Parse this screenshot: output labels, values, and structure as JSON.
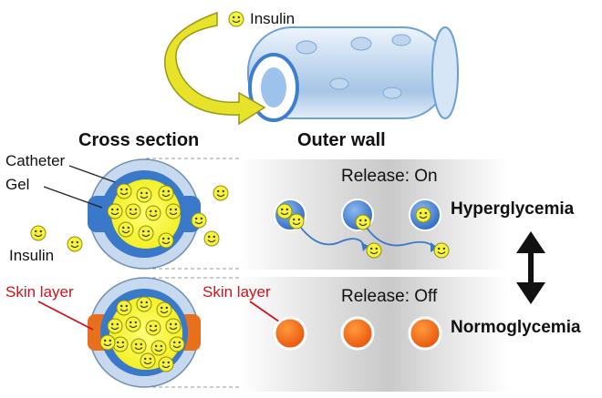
{
  "labels": {
    "insulin_top": "Insulin",
    "cross_section": "Cross section",
    "outer_wall": "Outer wall",
    "catheter": "Catheter",
    "gel": "Gel",
    "insulin_left": "Insulin",
    "skin_layer_left": "Skin layer",
    "skin_layer_right": "Skin layer",
    "release_on": "Release: On",
    "release_off": "Release: Off",
    "hyperglycemia": "Hyperglycemia",
    "normoglycemia": "Normoglycemia"
  },
  "colors": {
    "gel_blue": "#3a78c9",
    "catheter_ring": "#bcd2ea",
    "insulin_yellow": "#f4f23c",
    "skin_orange": "#f06a16",
    "skin_label_red": "#c8161d",
    "arrow_yellow": "#e7e32a"
  },
  "icons": [
    "smiley-icon",
    "curved-arrow-icon",
    "double-arrow-icon"
  ]
}
